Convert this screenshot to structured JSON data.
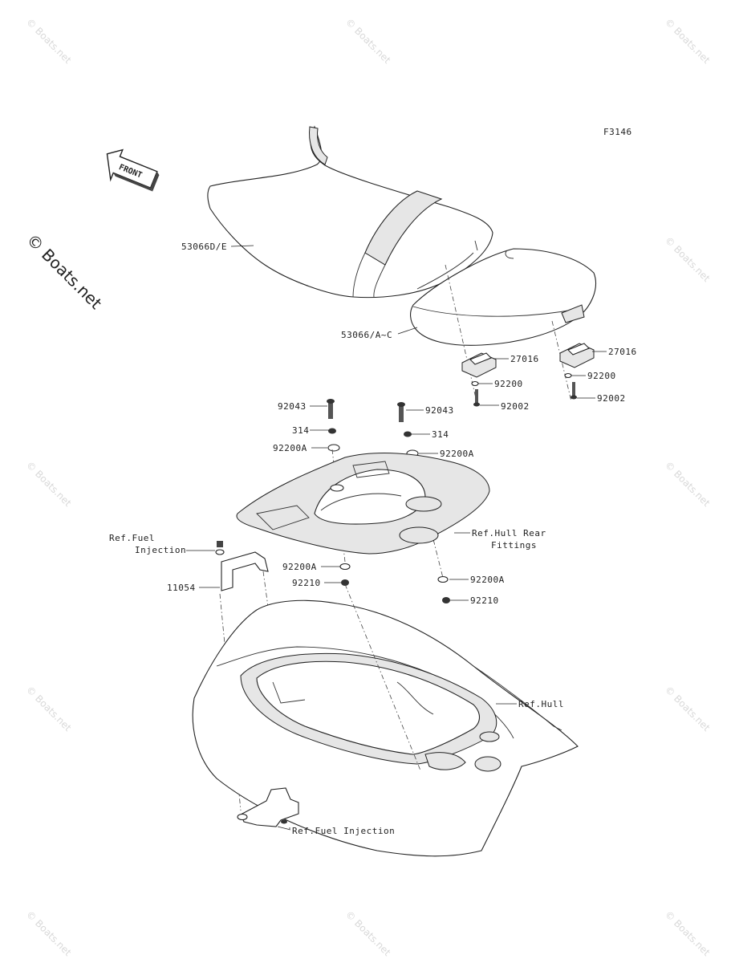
{
  "diagram_id": "F3146",
  "front_arrow_text": "FRONT",
  "watermark": "© Boats.net",
  "labels": {
    "seat_front": "53066D/E",
    "seat_rear": "53066/A~C",
    "damper_left": "27016",
    "damper_right": "27016",
    "washer_left": "92200",
    "washer_right": "92200",
    "bolt_left": "92002",
    "bolt_right": "92002",
    "stud_left": "92043",
    "stud_right": "92043",
    "nut_left": "314",
    "nut_right": "314",
    "washer_a_top_left": "92200A",
    "washer_a_top_right": "92200A",
    "washer_a_bottom_left": "92200A",
    "washer_a_bottom_right": "92200A",
    "nut_bottom_left": "92210",
    "nut_bottom_right": "92210",
    "bracket": "11054",
    "ref_fuel_injection_top_1": "Ref.Fuel",
    "ref_fuel_injection_top_2": "Injection",
    "ref_hull_rear_1": "Ref.Hull Rear",
    "ref_hull_rear_2": "Fittings",
    "ref_hull": "Ref.Hull",
    "ref_fuel_injection_bottom": "Ref.Fuel Injection"
  }
}
